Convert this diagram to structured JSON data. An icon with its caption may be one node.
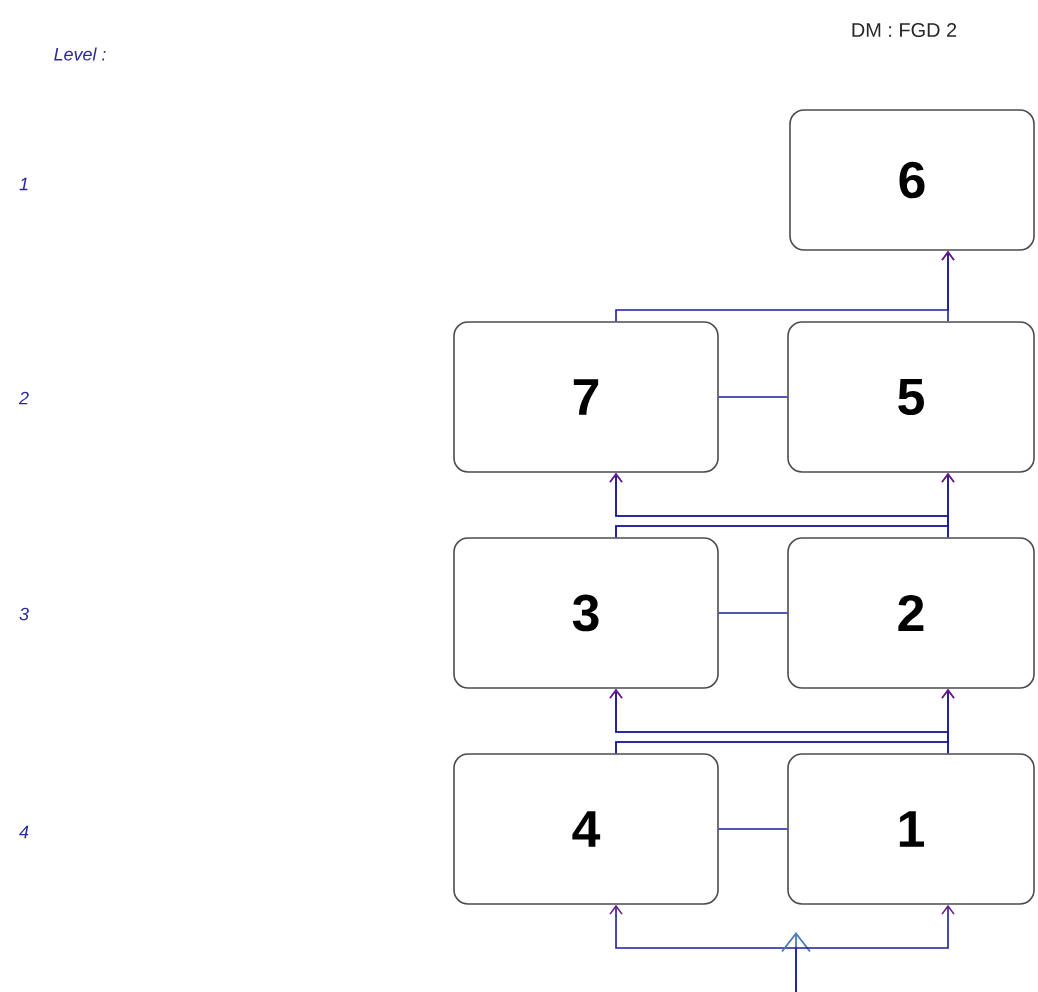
{
  "diagram": {
    "nodes": [
      {
        "text": [
          "6"
        ]
      },
      {
        "text": [
          "7"
        ]
      },
      {
        "text": [
          "5"
        ]
      },
      {
        "text": [
          "3"
        ]
      },
      {
        "text": [
          "2"
        ]
      },
      {
        "text": [
          "4"
        ]
      },
      {
        "text": [
          "1"
        ]
      }
    ],
    "edges": [
      {
        "from": null,
        "to": 5,
        "arrow": "to"
      },
      {
        "from": null,
        "to": 6,
        "arrow": "to"
      },
      {
        "from": 5,
        "to": 6,
        "arrow": "none"
      },
      {
        "from": 5,
        "to": 3,
        "arrow": "to"
      },
      {
        "from": 5,
        "to": 4,
        "arrow": "to"
      },
      {
        "from": 6,
        "to": 3,
        "arrow": "to"
      },
      {
        "from": 6,
        "to": 4,
        "arrow": "to"
      },
      {
        "from": 3,
        "to": 4,
        "arrow": "none"
      },
      {
        "from": 3,
        "to": 1,
        "arrow": "to"
      },
      {
        "from": 3,
        "to": 2,
        "arrow": "to"
      },
      {
        "from": 4,
        "to": 1,
        "arrow": "to"
      },
      {
        "from": 4,
        "to": 2,
        "arrow": "to"
      },
      {
        "from": 1,
        "to": 2,
        "arrow": "none"
      },
      {
        "from": 1,
        "to": 0,
        "arrow": "to"
      },
      {
        "from": 2,
        "to": 0,
        "arrow": "to"
      }
    ],
    "labels": [
      "DM  : FGD 2",
      "Level :",
      "1",
      "2",
      "3",
      "4"
    ]
  }
}
